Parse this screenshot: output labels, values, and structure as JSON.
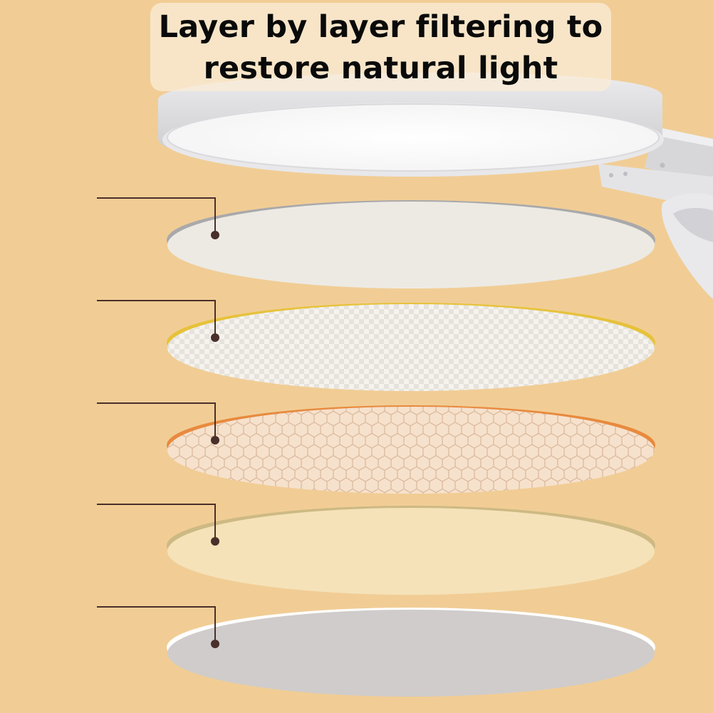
{
  "title": {
    "line1": "Layer by layer filtering to",
    "line2": "restore natural light"
  },
  "layers": [
    {
      "name": "gray-diffuser",
      "rim": "#a9a9ab",
      "face": "#edeae4"
    },
    {
      "name": "checker-film",
      "rim": "#e6c23a",
      "face": "#f5f2ec"
    },
    {
      "name": "honeycomb-film",
      "rim": "#e88a3e",
      "face": "#f4dcc4"
    },
    {
      "name": "cream-film",
      "rim": "#cdb983",
      "face": "#f5e2b9"
    },
    {
      "name": "gray-base",
      "rim": "#ffffff",
      "face": "#cfcccb"
    }
  ],
  "colors": {
    "background": "#f1cd95",
    "leader": "#4a2f2a",
    "lamp_shell": "#dedee0",
    "lamp_face": "#ffffff"
  }
}
